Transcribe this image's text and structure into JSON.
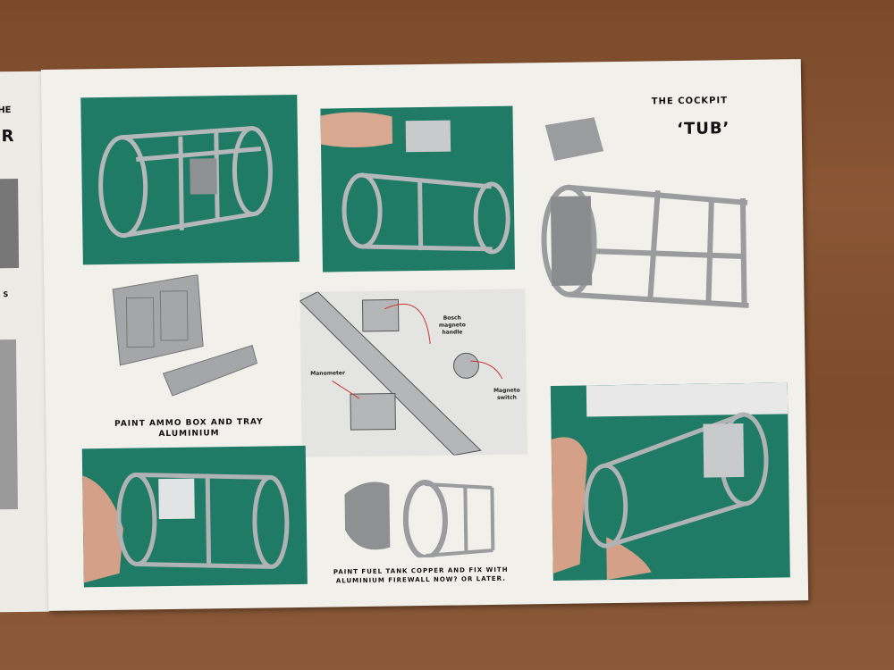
{
  "left_page": {
    "heading_fragment_1": "HE",
    "heading_fragment_2": "R",
    "text_fragment": "S"
  },
  "right_page": {
    "section_title": "THE COCKPIT",
    "section_subtitle": "‘TUB’",
    "ammo_caption_line1": "PAINT AMMO BOX AND TRAY",
    "ammo_caption_line2": "ALUMINIUM",
    "diagram_labels": {
      "bosch": "Bosch magneto handle",
      "manometer": "Manometer",
      "magneto": "Magneto switch"
    },
    "fuel_caption_line1": "PAINT FUEL TANK COPPER AND FIX WITH",
    "fuel_caption_line2": "ALUMINIUM FIREWALL NOW? OR LATER."
  },
  "colors": {
    "mat_green": "#1f7a66",
    "wood": "#8a5634",
    "paper": "#f1f0eb",
    "part_grey": "#9a9c9e"
  }
}
